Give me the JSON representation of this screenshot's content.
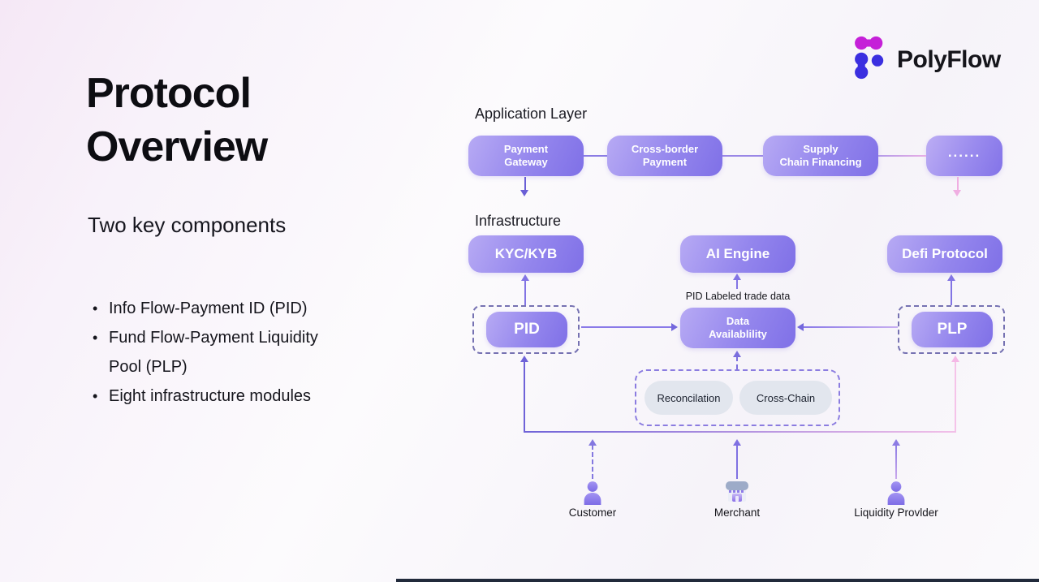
{
  "logo": {
    "name": "PolyFlow"
  },
  "slide": {
    "title": "Protocol\nOverview",
    "subtitle": "Two key components",
    "bullets": [
      "Info Flow-Payment ID (PID)",
      "Fund Flow-Payment Liquidity Pool (PLP)",
      "Eight infrastructure modules"
    ]
  },
  "diagram": {
    "application_layer": {
      "label": "Application Layer",
      "boxes": [
        {
          "label": "Payment\nGateway"
        },
        {
          "label": "Cross-border\nPayment"
        },
        {
          "label": "Supply\nChain Financing"
        },
        {
          "label": "......"
        }
      ]
    },
    "infrastructure": {
      "label": "Infrastructure",
      "boxes": [
        {
          "label": "KYC/KYB"
        },
        {
          "label": "AI Engine"
        },
        {
          "label": "Defi Protocol"
        }
      ]
    },
    "mid": {
      "pid": "PID",
      "data_availability": "Data\nAvailablility",
      "plp": "PLP",
      "trade_data_note": "PID Labeled trade data"
    },
    "modules": {
      "chips": [
        "Reconcilation",
        "Cross-Chain"
      ]
    },
    "actors": [
      {
        "label": "Customer"
      },
      {
        "label": "Merchant"
      },
      {
        "label": "Liquidity Provlder"
      }
    ],
    "colors": {
      "box_gradient_from": "#b7aaf4",
      "box_gradient_to": "#7f70e7",
      "accent_purple": "#6f63d8",
      "accent_pink": "#f2b3e4",
      "dashed_border": "#7f74d8",
      "chip_bg": "#e2e6ee",
      "logo_magenta": "#c520d8",
      "logo_blue": "#3b2fe0"
    }
  }
}
